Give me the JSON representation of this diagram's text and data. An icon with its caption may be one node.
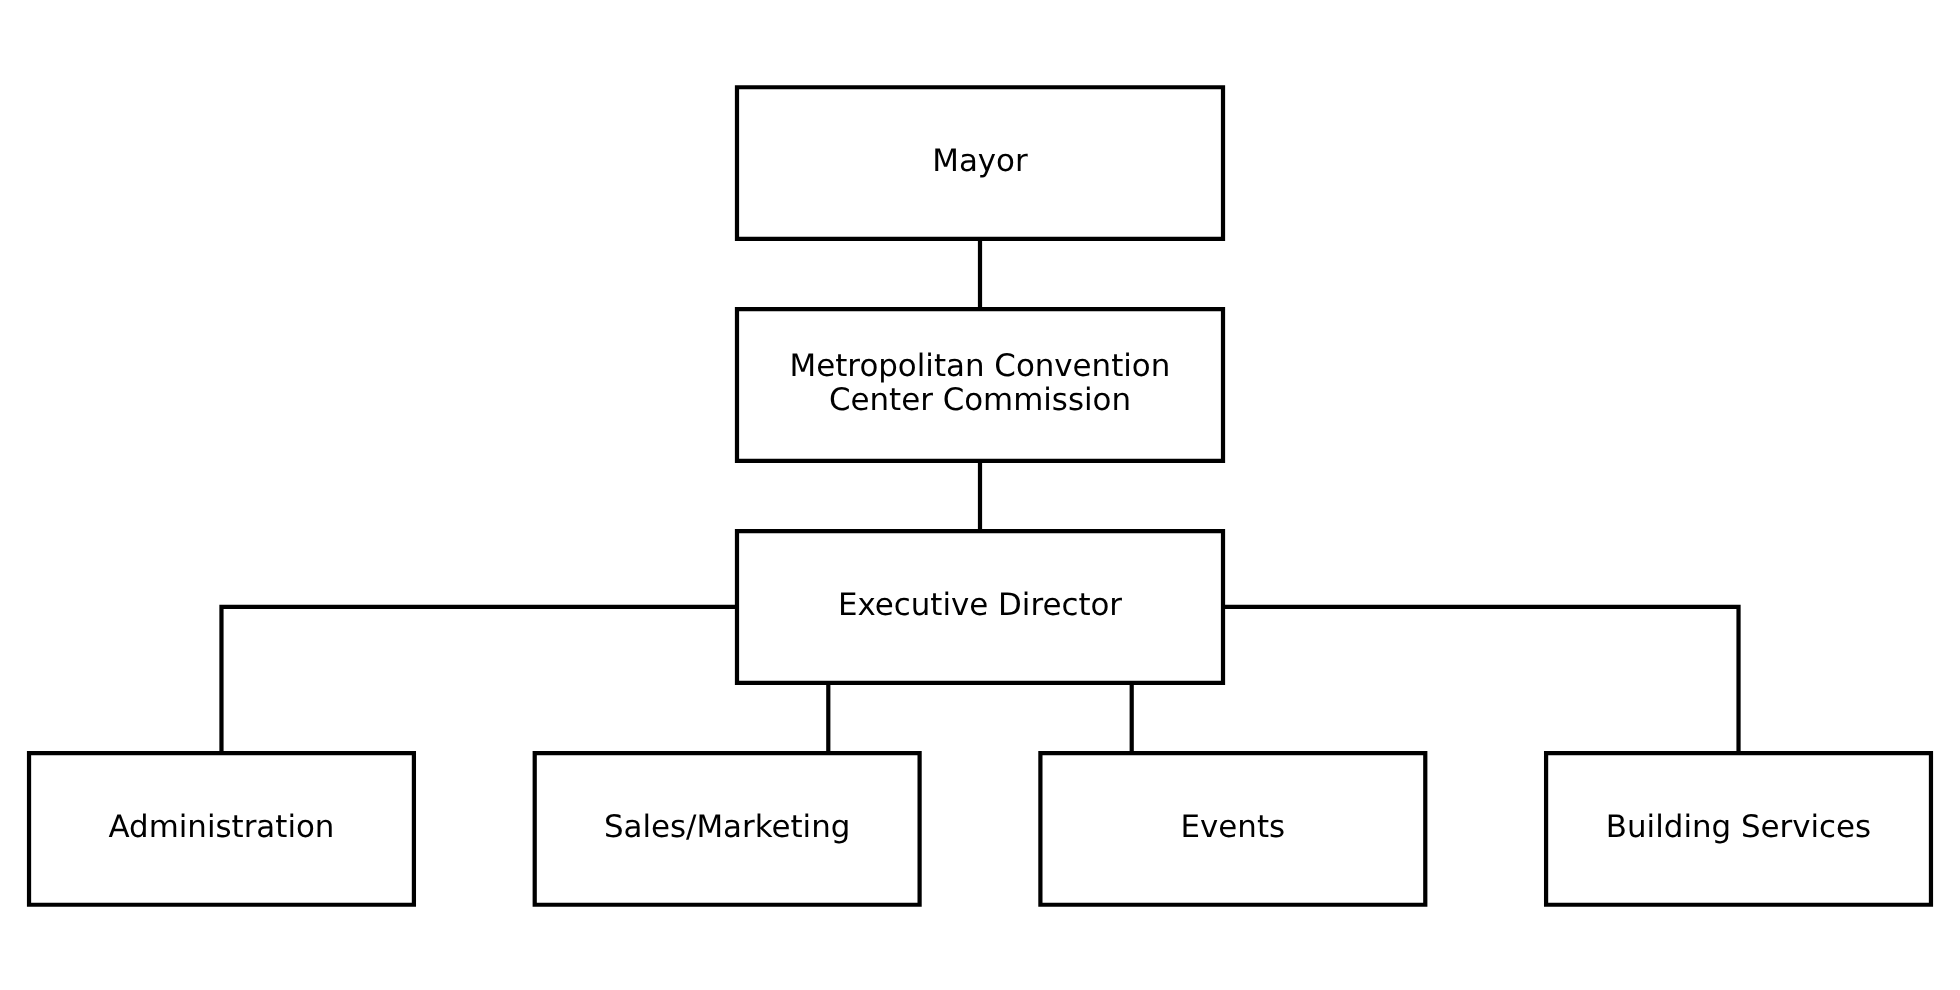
{
  "diagram": {
    "nodes": [
      {
        "text": [
          "Mayor"
        ]
      },
      {
        "text": [
          "Metropolitan Convention Center Commission"
        ]
      },
      {
        "text": [
          "Executive Director"
        ]
      },
      {
        "text": [
          "Administration"
        ]
      },
      {
        "text": [
          "Sales/Marketing"
        ]
      },
      {
        "text": [
          "Events"
        ]
      },
      {
        "text": [
          "Building Services"
        ]
      }
    ],
    "edges": [
      {
        "from": 0,
        "to": 1,
        "arrow": "none"
      },
      {
        "from": 1,
        "to": 2,
        "arrow": "none"
      },
      {
        "from": 2,
        "to": 3,
        "arrow": "none"
      },
      {
        "from": 2,
        "to": 4,
        "arrow": "none"
      },
      {
        "from": 2,
        "to": 5,
        "arrow": "none"
      },
      {
        "from": 2,
        "to": 6,
        "arrow": "none"
      }
    ]
  }
}
